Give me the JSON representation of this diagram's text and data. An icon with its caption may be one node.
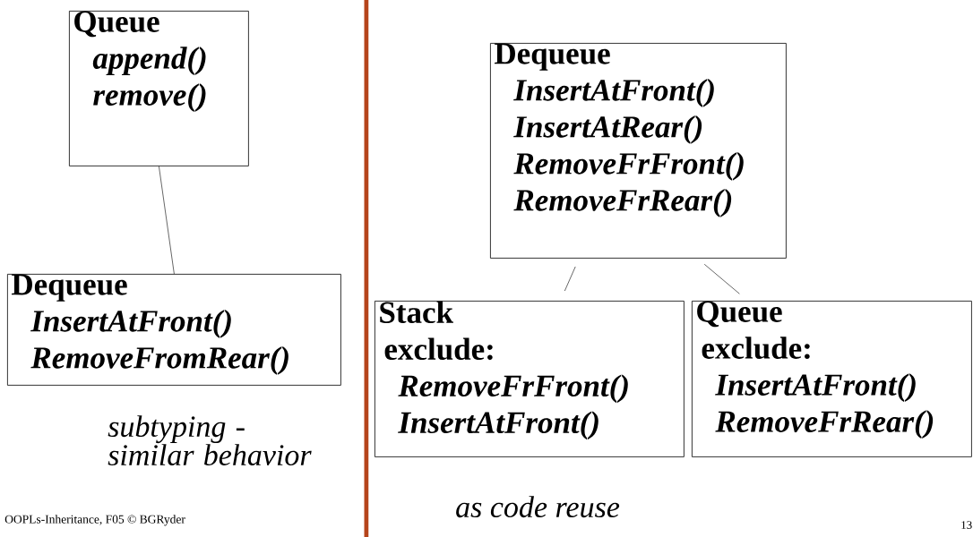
{
  "diagram": {
    "nodes": [
      {
        "text": [
          "Queue",
          "append()",
          "remove()"
        ]
      },
      {
        "text": [
          "Dequeue",
          "InsertAtFront()",
          "RemoveFromRear()"
        ]
      },
      {
        "text": [
          "Dequeue",
          "InsertAtFront()",
          "InsertAtRear()",
          "RemoveFrFront()",
          "RemoveFrRear()"
        ]
      },
      {
        "text": [
          "Stack",
          "exclude:",
          "RemoveFrFront()",
          "InsertAtFront()"
        ]
      },
      {
        "text": [
          "Queue",
          "exclude:",
          "InsertAtFront()",
          "RemoveFrRear()"
        ]
      }
    ],
    "edges": [
      {
        "from": 0,
        "to": 1,
        "arrow": "none"
      },
      {
        "from": 2,
        "to": 3,
        "arrow": "none"
      },
      {
        "from": 2,
        "to": 4,
        "arrow": "none"
      }
    ],
    "labels": [
      "subtyping - similar behavior",
      "as code reuse",
      "OOPLs-Inheritance, F05 © BGRyder",
      "13"
    ]
  }
}
